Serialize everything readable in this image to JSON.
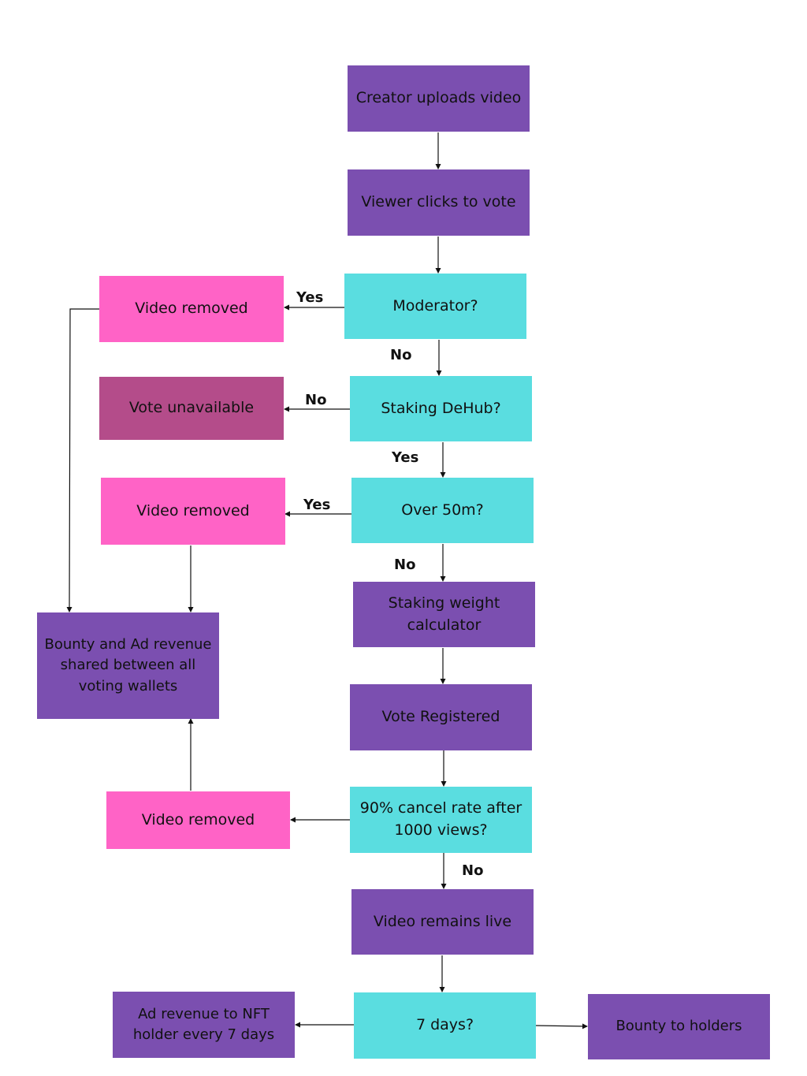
{
  "nodes": {
    "creator_uploads": "Creator uploads video",
    "viewer_clicks": "Viewer clicks to vote",
    "moderator": "Moderator?",
    "video_removed_1": "Video removed",
    "staking_dehub": "Staking DeHub?",
    "vote_unavailable": "Vote unavailable",
    "over_50m": "Over 50m?",
    "video_removed_2": "Video removed",
    "staking_weight": "Staking weight calculator",
    "bounty_shared": "Bounty and Ad revenue shared between all voting wallets",
    "vote_registered": "Vote Registered",
    "cancel_rate": "90% cancel rate after 1000 views?",
    "video_removed_3": "Video removed",
    "video_live": "Video remains live",
    "seven_days": "7 days?",
    "ad_revenue_nft": "Ad revenue to NFT holder every 7 days",
    "bounty_holders": "Bounty to holders"
  },
  "edge_labels": {
    "moderator_yes": "Yes",
    "moderator_no": "No",
    "staking_no": "No",
    "staking_yes": "Yes",
    "over50_yes": "Yes",
    "over50_no": "No",
    "cancel_no": "No"
  },
  "colors": {
    "process": "#7b4fb0",
    "decision": "#5adde0",
    "removed": "#ff63c6",
    "unavailable": "#b44c8a"
  }
}
